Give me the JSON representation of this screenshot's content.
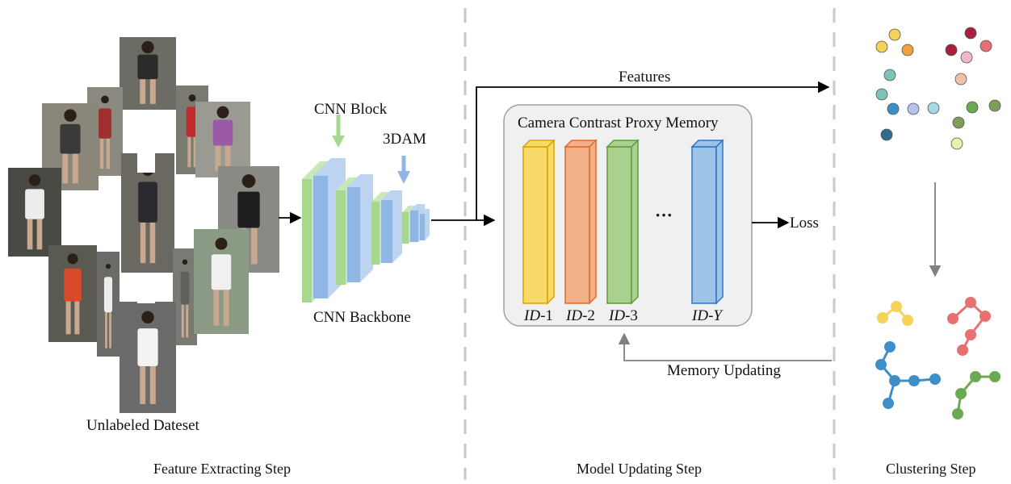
{
  "sections": {
    "feature": "Feature Extracting Step",
    "model": "Model Updating Step",
    "clustering": "Clustering Step"
  },
  "dataset_label": "Unlabeled Dateset",
  "cnn": {
    "block_label": "CNN Block",
    "dam_label": "3DAM",
    "backbone_label": "CNN Backbone"
  },
  "features_label": "Features",
  "memory": {
    "title": "Camera Contrast Proxy Memory",
    "ellipsis": "···",
    "bars": [
      {
        "id_prefix": "ID",
        "id_suffix": "-1",
        "fill": "#f7da6a",
        "stroke": "#d9a400"
      },
      {
        "id_prefix": "ID",
        "id_suffix": "-2",
        "fill": "#f2b089",
        "stroke": "#e06a2a"
      },
      {
        "id_prefix": "ID",
        "id_suffix": "-3",
        "fill": "#a9d08e",
        "stroke": "#5e9e3a"
      },
      {
        "id_prefix": "ID",
        "id_suffix": "-Y",
        "fill": "#9dc3e6",
        "stroke": "#2e75c6"
      }
    ]
  },
  "loss_label": "Loss",
  "memory_update_label": "Memory Updating",
  "colors": {
    "yellow": "#f5d35a",
    "orange": "#f0a040",
    "teal": "#7cc4b8",
    "blue": "#3d8fc9",
    "lavender": "#b4c4ec",
    "light_teal": "#a8d8e0",
    "navy": "#2f6c8c",
    "crimson": "#a8203c",
    "pink": "#f0b8c8",
    "salmon": "#e87070",
    "peach": "#f2bfa8",
    "green": "#6aaa50",
    "olive": "#7e9e5a",
    "lime": "#eaf2a8",
    "cnn_green": "#a8d890",
    "cnn_blue": "#8fb6e4"
  }
}
